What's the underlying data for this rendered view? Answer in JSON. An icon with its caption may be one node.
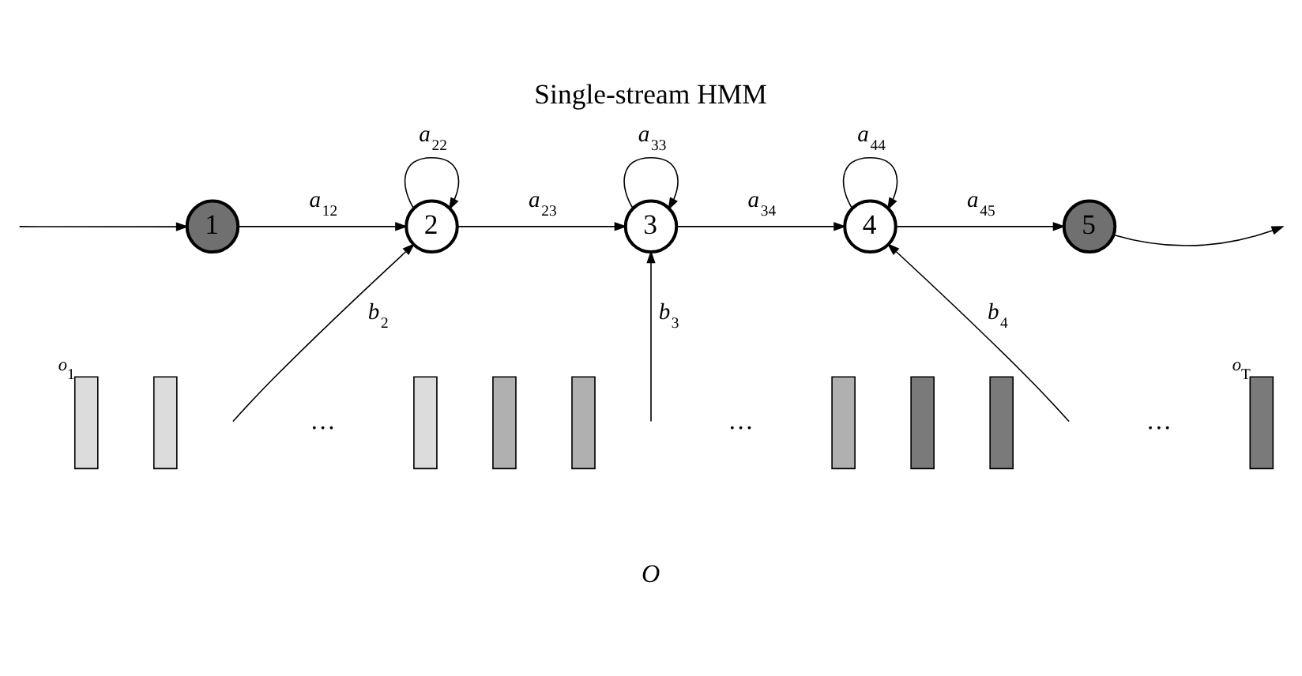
{
  "diagram": {
    "title": "Single-stream HMM",
    "nodes": [
      {
        "text": [
          "1"
        ]
      },
      {
        "text": [
          "2"
        ]
      },
      {
        "text": [
          "3"
        ]
      },
      {
        "text": [
          "4"
        ]
      },
      {
        "text": [
          "5"
        ]
      },
      {
        "text": [],
        "shape": "bar",
        "beside": [
          "o$_{1}$"
        ]
      },
      {
        "text": [],
        "shape": "bar"
      },
      {
        "text": [],
        "shape": "bar"
      },
      {
        "text": [],
        "shape": "bar"
      },
      {
        "text": [],
        "shape": "bar"
      },
      {
        "text": [],
        "shape": "bar"
      },
      {
        "text": [],
        "shape": "bar"
      },
      {
        "text": [],
        "shape": "bar"
      },
      {
        "text": [],
        "shape": "bar",
        "beside": [
          "o$_{T}$"
        ]
      }
    ],
    "edges": [
      {
        "from": null,
        "to": 0,
        "arrow": "to"
      },
      {
        "from": 0,
        "to": 1,
        "arrow": "to",
        "label": "a$_{12}$"
      },
      {
        "from": 1,
        "to": 1,
        "arrow": "to",
        "label": "a$_{22}$"
      },
      {
        "from": 1,
        "to": 2,
        "arrow": "to",
        "label": "a$_{23}$"
      },
      {
        "from": 2,
        "to": 2,
        "arrow": "to",
        "label": "a$_{33}$"
      },
      {
        "from": 2,
        "to": 3,
        "arrow": "to",
        "label": "a$_{34}$"
      },
      {
        "from": 3,
        "to": 3,
        "arrow": "to",
        "label": "a$_{44}$"
      },
      {
        "from": 3,
        "to": 4,
        "arrow": "to",
        "label": "a$_{45}$"
      },
      {
        "from": 4,
        "to": null,
        "arrow": "to"
      },
      {
        "from": null,
        "to": 1,
        "arrow": "to",
        "label": "b$_{2}$"
      },
      {
        "from": null,
        "to": 2,
        "arrow": "to",
        "label": "b$_{3}$"
      },
      {
        "from": null,
        "to": 3,
        "arrow": "to",
        "label": "b$_{4}$"
      }
    ],
    "labels": [
      "…",
      "…",
      "…",
      "O"
    ]
  }
}
